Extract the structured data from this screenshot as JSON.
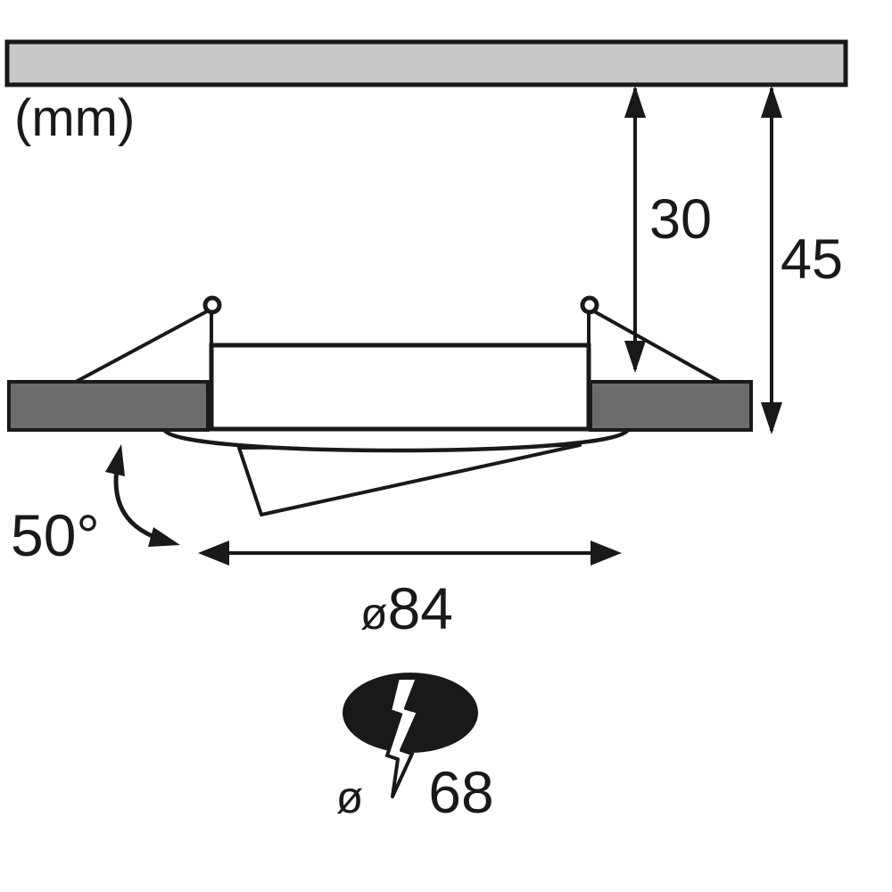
{
  "diagram": {
    "unit_label": "(mm)",
    "recess_depth_mm": "30",
    "total_depth_mm": "45",
    "tilt_angle": "50°",
    "outer_diameter": {
      "symbol": "ø",
      "value": "84"
    },
    "cutout_diameter": {
      "symbol": "ø",
      "value": "68"
    }
  },
  "colors": {
    "ceiling_fill": "#c9c9c9",
    "flange_fill": "#6c6c6c",
    "ink": "#191919",
    "background": "#ffffff"
  }
}
